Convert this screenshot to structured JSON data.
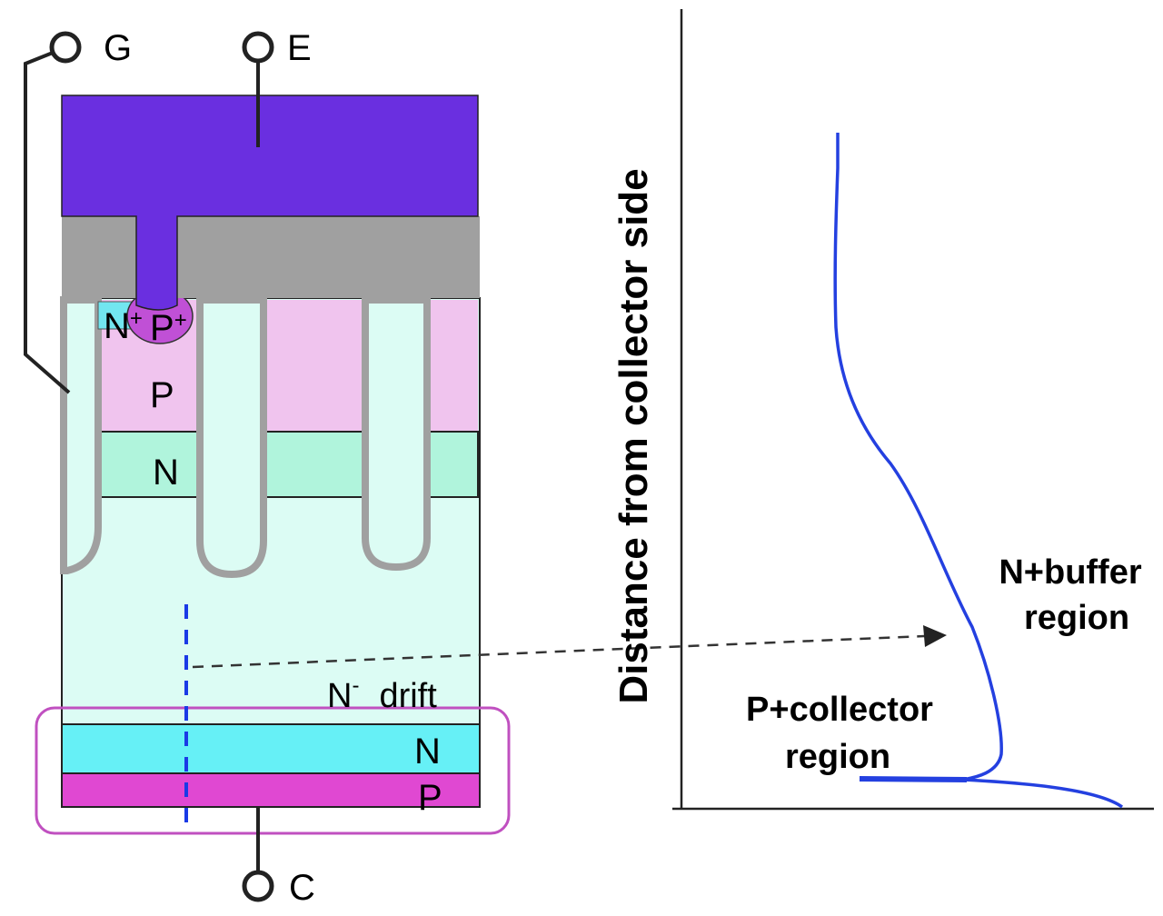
{
  "terminals": {
    "gate": "G",
    "emitter": "E",
    "collector": "C"
  },
  "regions": {
    "n_plus": "N",
    "p_plus": "P",
    "plus_sign": "+",
    "p_body": "P",
    "n_layer": "N",
    "n_minus": "N",
    "minus_sign": "-",
    "drift": "drift",
    "n_buffer": "N",
    "p_collector": "P"
  },
  "profile": {
    "axis_label": "Distance from collector side",
    "n_buffer_label_line1": "N+buffer",
    "n_buffer_label_line2": "region",
    "p_collector_label_line1": "P+collector",
    "p_collector_label_line2": "region"
  },
  "colors": {
    "metal": "#6a2fe0",
    "oxide": "#a0a0a0",
    "drift": "#dcfcf4",
    "p_body": "#f0c4ee",
    "n_layer": "#b0f4dc",
    "n_buffer": "#66f0f6",
    "p_collector": "#e048d2",
    "n_plus": "#72e6f0",
    "p_plus": "#c050d6",
    "curve": "#2440e0",
    "highlight_box": "#c050c0",
    "cutline": "#1a3ae6"
  }
}
